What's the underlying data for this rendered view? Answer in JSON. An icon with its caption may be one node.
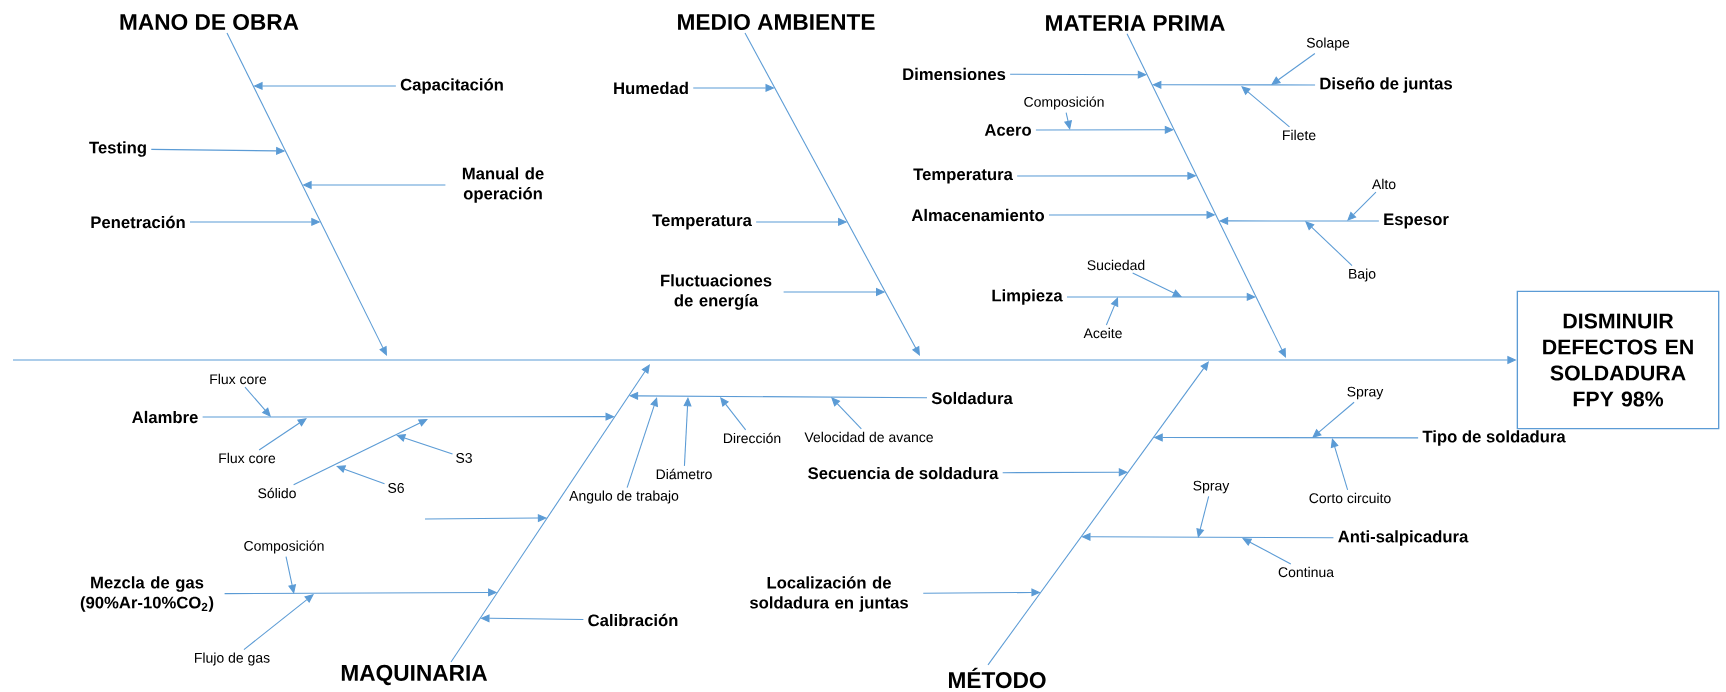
{
  "diagram": {
    "nodes": [
      {
        "text": [
          "MANO DE OBRA"
        ]
      },
      {
        "text": [
          "MEDIO AMBIENTE"
        ]
      },
      {
        "text": [
          "MATERIA PRIMA"
        ]
      },
      {
        "text": [
          "Capacitación"
        ]
      },
      {
        "text": [
          "Testing"
        ]
      },
      {
        "text": [
          "Manual de operación"
        ]
      },
      {
        "text": [
          "Penetración"
        ]
      },
      {
        "text": [
          "Humedad"
        ]
      },
      {
        "text": [
          "Temperatura"
        ]
      },
      {
        "text": [
          "Fluctuaciones de energía"
        ]
      },
      {
        "text": [
          "Dimensiones"
        ]
      },
      {
        "text": [
          "Solape"
        ]
      },
      {
        "text": [
          "Diseño de juntas"
        ]
      },
      {
        "text": [
          "Filete"
        ]
      },
      {
        "text": [
          "Composición"
        ]
      },
      {
        "text": [
          "Acero"
        ]
      },
      {
        "text": [
          "Temperatura"
        ]
      },
      {
        "text": [
          "Alto"
        ]
      },
      {
        "text": [
          "Almacenamiento"
        ]
      },
      {
        "text": [
          "Espesor"
        ]
      },
      {
        "text": [
          "Bajo"
        ]
      },
      {
        "text": [
          "Suciedad"
        ]
      },
      {
        "text": [
          "Limpieza"
        ]
      },
      {
        "text": [
          "Aceite"
        ]
      },
      {
        "text": [
          "DISMINUIR DEFECTOS EN SOLDADURA FPY 98%"
        ]
      },
      {
        "text": [
          "Flux core"
        ]
      },
      {
        "text": [
          "Alambre"
        ]
      },
      {
        "text": [
          "Soldadura"
        ]
      },
      {
        "text": [
          "Flux core"
        ]
      },
      {
        "text": [
          "S3"
        ]
      },
      {
        "text": [
          "Sólido"
        ]
      },
      {
        "text": [
          "S6"
        ]
      },
      {
        "text": [
          "Dirección"
        ]
      },
      {
        "text": [
          "Velocidad de avance"
        ]
      },
      {
        "text": [
          "Diámetro"
        ]
      },
      {
        "text": [
          "Angulo de trabajo"
        ]
      },
      {
        "text": [
          "Spray"
        ]
      },
      {
        "text": [
          "Tipo de soldadura"
        ]
      },
      {
        "text": [
          "Secuencia de soldadura"
        ]
      },
      {
        "text": [
          "Corto circuito"
        ]
      },
      {
        "text": [
          "Spray"
        ]
      },
      {
        "text": [
          "Anti-salpicadura"
        ]
      },
      {
        "text": [
          "Composición"
        ]
      },
      {
        "text": [
          "Mezcla de gas (90%Ar-10%CO$_{2}$)"
        ]
      },
      {
        "text": [
          "Localización de soldadura en juntas"
        ]
      },
      {
        "text": [
          "Continua"
        ]
      },
      {
        "text": [
          "Calibración"
        ]
      },
      {
        "text": [
          "Flujo de gas"
        ]
      },
      {
        "text": [
          "MAQUINARIA"
        ]
      },
      {
        "text": [
          "MÉTODO"
        ]
      }
    ],
    "edges": [
      {
        "from": null,
        "to": 24,
        "arrow": "to"
      },
      {
        "from": 0,
        "to": null,
        "arrow": "to"
      },
      {
        "from": 1,
        "to": null,
        "arrow": "to"
      },
      {
        "from": 2,
        "to": null,
        "arrow": "to"
      },
      {
        "from": 3,
        "to": null,
        "arrow": "to"
      },
      {
        "from": 4,
        "to": null,
        "arrow": "to"
      },
      {
        "from": 5,
        "to": null,
        "arrow": "to"
      },
      {
        "from": 6,
        "to": null,
        "arrow": "to"
      },
      {
        "from": 7,
        "to": null,
        "arrow": "to"
      },
      {
        "from": 8,
        "to": null,
        "arrow": "to"
      },
      {
        "from": 9,
        "to": null,
        "arrow": "to"
      },
      {
        "from": 10,
        "to": null,
        "arrow": "to"
      },
      {
        "from": 11,
        "to": null,
        "arrow": "to"
      },
      {
        "from": 12,
        "to": null,
        "arrow": "to"
      },
      {
        "from": 13,
        "to": null,
        "arrow": "to"
      },
      {
        "from": 14,
        "to": null,
        "arrow": "to"
      },
      {
        "from": 15,
        "to": null,
        "arrow": "to"
      },
      {
        "from": 16,
        "to": null,
        "arrow": "to"
      },
      {
        "from": 17,
        "to": null,
        "arrow": "to"
      },
      {
        "from": 18,
        "to": null,
        "arrow": "to"
      },
      {
        "from": 19,
        "to": null,
        "arrow": "to"
      },
      {
        "from": 20,
        "to": null,
        "arrow": "to"
      },
      {
        "from": 21,
        "to": null,
        "arrow": "to"
      },
      {
        "from": 22,
        "to": null,
        "arrow": "to"
      },
      {
        "from": 23,
        "to": null,
        "arrow": "to"
      },
      {
        "from": 25,
        "to": null,
        "arrow": "to"
      },
      {
        "from": 26,
        "to": null,
        "arrow": "to"
      },
      {
        "from": 27,
        "to": null,
        "arrow": "to"
      },
      {
        "from": 28,
        "to": null,
        "arrow": "to"
      },
      {
        "from": 29,
        "to": null,
        "arrow": "to"
      },
      {
        "from": 30,
        "to": null,
        "arrow": "to"
      },
      {
        "from": 31,
        "to": null,
        "arrow": "to"
      },
      {
        "from": 32,
        "to": null,
        "arrow": "to"
      },
      {
        "from": 33,
        "to": null,
        "arrow": "to"
      },
      {
        "from": 34,
        "to": null,
        "arrow": "to"
      },
      {
        "from": 35,
        "to": null,
        "arrow": "to"
      },
      {
        "from": 36,
        "to": null,
        "arrow": "to"
      },
      {
        "from": 37,
        "to": null,
        "arrow": "to"
      },
      {
        "from": 38,
        "to": null,
        "arrow": "to"
      },
      {
        "from": 39,
        "to": null,
        "arrow": "to"
      },
      {
        "from": 40,
        "to": null,
        "arrow": "to"
      },
      {
        "from": 41,
        "to": null,
        "arrow": "to"
      },
      {
        "from": 42,
        "to": null,
        "arrow": "to"
      },
      {
        "from": 43,
        "to": null,
        "arrow": "to"
      },
      {
        "from": 44,
        "to": null,
        "arrow": "to"
      },
      {
        "from": 45,
        "to": null,
        "arrow": "to"
      },
      {
        "from": 46,
        "to": null,
        "arrow": "to"
      },
      {
        "from": 47,
        "to": null,
        "arrow": "to"
      },
      {
        "from": 48,
        "to": null,
        "arrow": "to"
      },
      {
        "from": 49,
        "to": null,
        "arrow": "to"
      }
    ]
  }
}
